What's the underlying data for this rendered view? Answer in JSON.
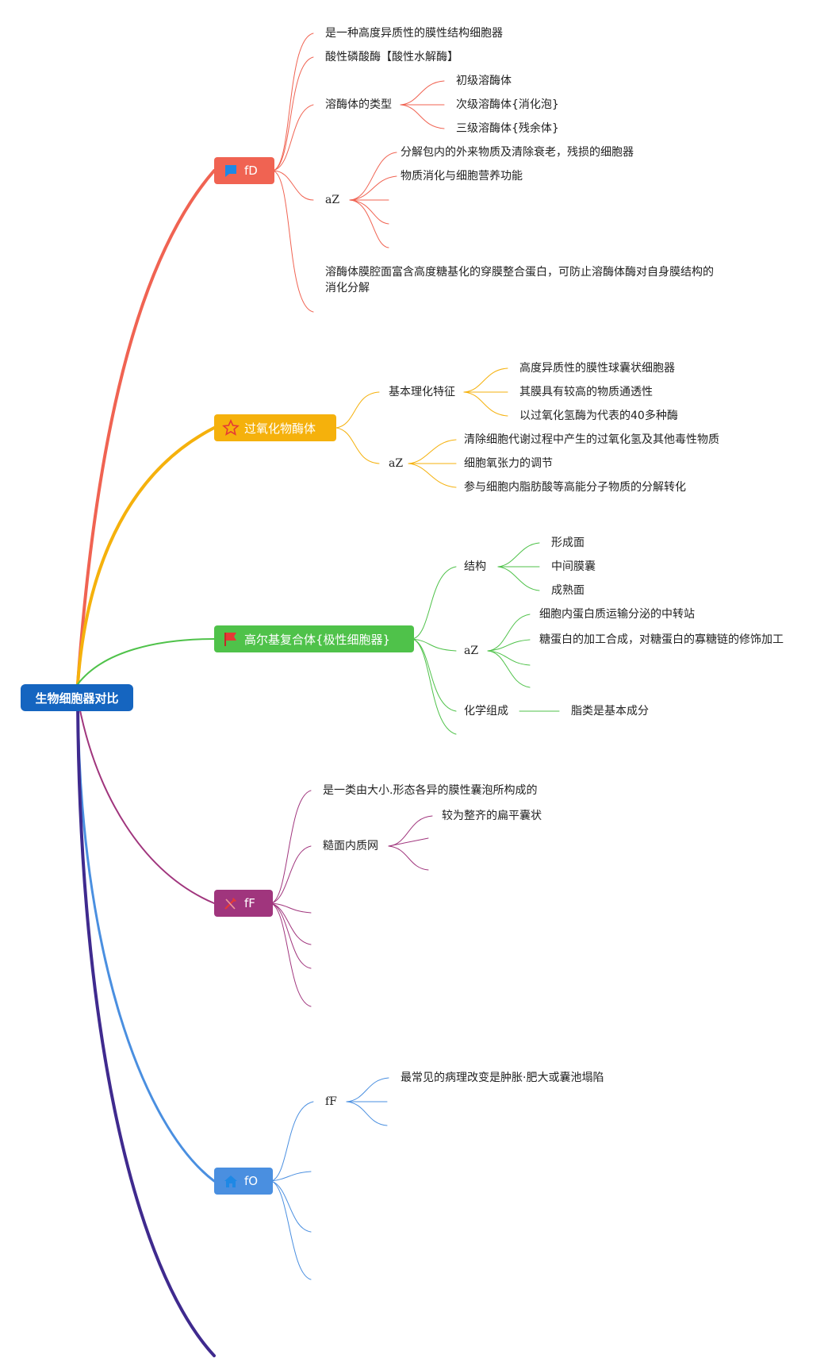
{
  "root": {
    "label": "生物细胞器对比"
  },
  "colors": {
    "root": "#1565c0",
    "lysosome": "#f06352",
    "peroxisome": "#f5b10c",
    "golgi": "#4fc24a",
    "er": "#a0357d",
    "mito": "#4a8fe0",
    "extra": "#3f2a8e"
  },
  "lysosome": {
    "title": "fD",
    "icon": "flag-icon",
    "items": [
      "是一种高度异质性的膜性结构细胞器",
      "酸性磷酸酶【酸性水解酶】"
    ],
    "types": {
      "label": "溶酶体的类型",
      "items": [
        "初级溶酶体",
        "次级溶酶体{消化泡}",
        "三级溶酶体{残余体}"
      ]
    },
    "az": {
      "label": "aZ",
      "items": [
        "分解包内的外来物质及清除衰老，残损的细胞器",
        "物质消化与细胞营养功能"
      ]
    },
    "note": "溶酶体膜腔面富含高度糖基化的穿膜整合蛋白，可防止溶酶体酶对自身膜结构的消化分解"
  },
  "peroxisome": {
    "title": "过氧化物酶体",
    "icon": "star-icon",
    "basic": {
      "label": "基本理化特征",
      "items": [
        "高度异质性的膜性球囊状细胞器",
        "其膜具有较高的物质通透性",
        "以过氧化氢酶为代表的40多种酶"
      ]
    },
    "az": {
      "label": "aZ",
      "items": [
        "清除细胞代谢过程中产生的过氧化氢及其他毒性物质",
        "细胞氧张力的调节",
        "参与细胞内脂肪酸等高能分子物质的分解转化"
      ]
    }
  },
  "golgi": {
    "title": "高尔基复合体{极性细胞器}",
    "icon": "red-flag-icon",
    "structure": {
      "label": "结构",
      "items": [
        "形成面",
        "中间膜囊",
        "成熟面"
      ]
    },
    "az": {
      "label": "aZ",
      "items": [
        "细胞内蛋白质运输分泌的中转站",
        "糖蛋白的加工合成，对糖蛋白的寡糖链的修饰加工"
      ]
    },
    "chem": {
      "label": "化学组成",
      "value": "脂类是基本成分"
    }
  },
  "er": {
    "title": "fF",
    "icon": "tools-icon",
    "items": [
      "是一类由大小.形态各异的膜性囊泡所构成的"
    ],
    "rough": {
      "label": "糙面内质网",
      "items": [
        "较为整齐的扁平囊状"
      ]
    }
  },
  "mito": {
    "title": "fO",
    "icon": "home-icon",
    "ff": {
      "label": "fF",
      "items": [
        "最常见的病理改变是肿胀·肥大或囊池塌陷"
      ]
    }
  }
}
